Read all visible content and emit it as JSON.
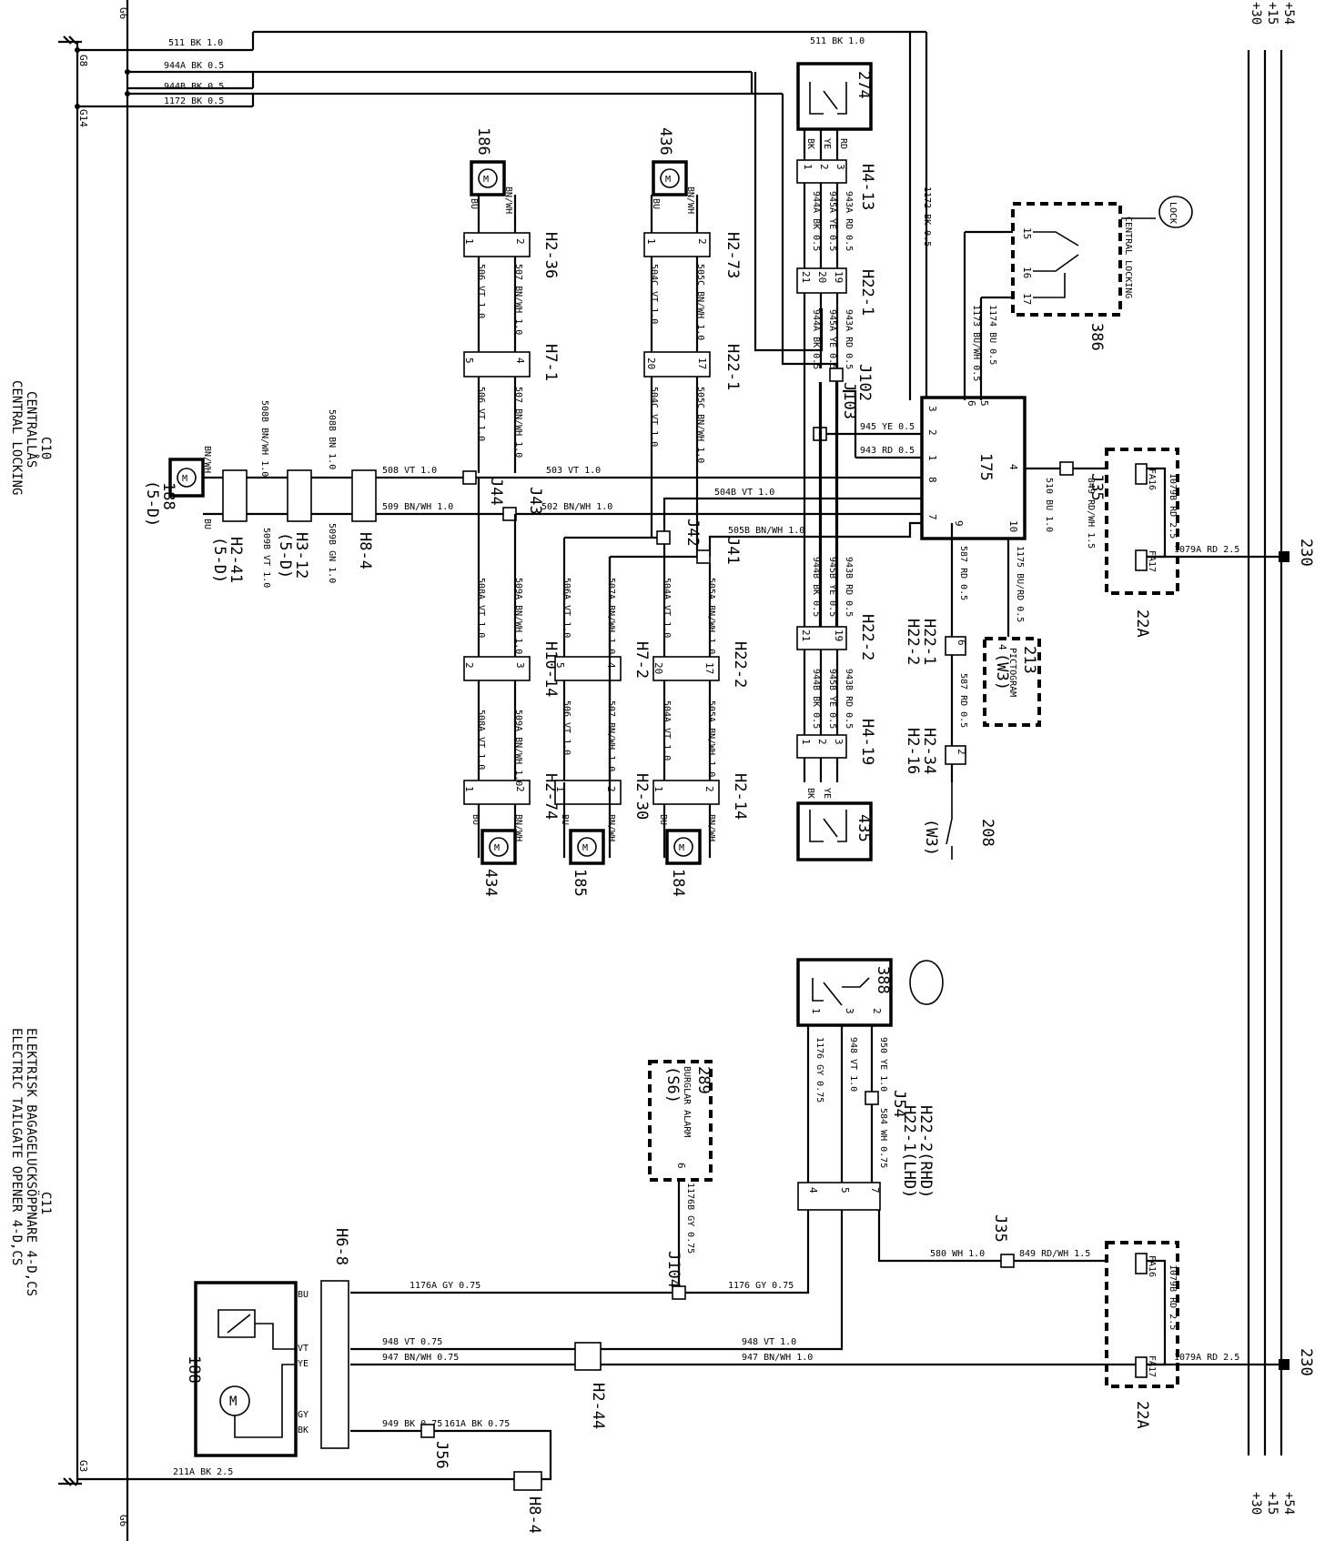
{
  "titles": {
    "c10_code": "C10",
    "c10_se": "CENTRALLÅS",
    "c10_en": "CENTRAL LOCKING",
    "c11_code": "C11",
    "c11_se": "ELEKTRISK BAGAGELUCKSÖPPNARE 4-D,CS",
    "c11_en": "ELECTRIC TAILGATE OPENER 4-D,CS"
  },
  "grounds": {
    "g6": "G6",
    "g8": "G8",
    "g14": "G14",
    "g3": "G3"
  },
  "rails": [
    "+30",
    "+15",
    "+54"
  ],
  "components": {
    "c175": "175",
    "c186": "186",
    "c436": "436",
    "c274": "274",
    "c386": "386",
    "c386_name": "CENTRAL LOCKING",
    "lock": "LOCK",
    "c188": "188",
    "c188_variant": "(5-D)",
    "c434": "434",
    "c185": "185",
    "c184": "184",
    "c435": "435",
    "c213": "213",
    "c213_name": "PICTOGRAM",
    "c213_variant": "(W3)",
    "c208": "208",
    "c208_variant": "(W3)",
    "c22a": "22A",
    "c230": "230",
    "c388": "388",
    "c289": "289",
    "c289_name": "BURGLAR ALARM",
    "c289_variant": "(S6)",
    "c188b": "188",
    "fa16": "FA16",
    "fa17": "FA17"
  },
  "connectors": {
    "h2_36": "H2-36",
    "h7_1": "H7-1",
    "h2_73": "H2-73",
    "h22_1a": "H22-1",
    "h4_13": "H4-13",
    "h22_1b": "H22-1",
    "h22_2a": "H22-2",
    "h4_19": "H4-19",
    "h10_14": "H10-14",
    "h2_74": "H2-74",
    "h7_2": "H7-2",
    "h2_30": "H2-30",
    "h22_2b": "H22-2",
    "h2_14": "H2-14",
    "h8_4a": "H8-4",
    "h3_12": "H3-12",
    "h3_12_var": "(5-D)",
    "h2_41": "H2-41",
    "h2_41_var": "(5-D)",
    "h22_1c": "H22-1",
    "h22_2c": "H22-2",
    "h2_34": "H2-34",
    "h2_16": "H2-16",
    "h6_8": "H6-8",
    "h2_44": "H2-44",
    "h8_4b": "H8-4",
    "h22_2rhd": "H22-2(RHD)",
    "h22_1lhd": "H22-1(LHD)"
  },
  "junctions": {
    "j44": "J44",
    "j43": "J43",
    "j42": "J42",
    "j41": "J41",
    "j102": "J102",
    "j103": "J103",
    "j35": "J35",
    "j54": "J54",
    "j104": "J104",
    "j35b": "J35",
    "j56": "J56"
  },
  "wires": {
    "w511a": "511 BK 1.0",
    "w511b": "511 BK 1.0",
    "w944a": "944A BK 0.5",
    "w944b": "944B BK 0.5",
    "w1172": "1172 BK 0.5",
    "w1172v": "1172 BK 0.5",
    "w503": "503 VT 1.0",
    "w508": "508 VT 1.0",
    "w502": "502 BN/WH 1.0",
    "w509": "509 BN/WH 1.0",
    "w504b": "504B VT 1.0",
    "w505b": "505B BN/WH 1.0",
    "w945": "945 YE 0.5",
    "w943": "943 RD 0.5",
    "w510": "510 BU 1.0",
    "w849": "849 RD/WH 1.5",
    "w1079b": "1079B RD 2.5",
    "w1079a": "1079A RD 2.5",
    "w1173": "1173 BU/WH 0.5",
    "w1174": "1174 BU 0.5",
    "w587": "587 RD 0.5",
    "w1175": "1175 BU/RD 0.5",
    "w507": "507 BN/WH 1.0",
    "w506": "506 VT 1.0",
    "w505c": "505C BN/WH 1.0",
    "w504c": "504C VT 1.0",
    "w508b": "508B BN/WH 1.0",
    "w509b": "509B GN 1.0",
    "w509bvt": "509B VT 1.0",
    "w508bbn": "508B BN 1.0",
    "w509a": "509A BN/WH 1.0",
    "w508a": "508A VT 1.0",
    "w507a": "507A BN/WH 1.0",
    "w506a": "506A VT 1.0",
    "w504a": "504A VT 1.0",
    "w505a": "505A BN/WH 1.0",
    "w943a": "943A RD 0.5",
    "w945a": "945A YE 0.5",
    "w943b": "943B RD 0.5",
    "w945b": "945B YE 0.5",
    "w944a_v": "944A BK 0.5",
    "w944b_v": "944B BK 0.5",
    "w950": "950 YE 1.0",
    "w948v": "948 VT 1.0",
    "w1176v": "1176 GY 0.75",
    "w584": "584 WH 0.75",
    "w580": "580 WH 1.0",
    "w849b": "849 RD/WH 1.5",
    "w1079bb": "1079B RD 2.5",
    "w1079ab": "1079A RD 2.5",
    "w1176b": "1176B GY 0.75",
    "w1176": "1176 GY 0.75",
    "w1176a": "1176A GY 0.75",
    "w948": "948 VT 1.0",
    "w948b": "948 VT 0.75",
    "w947": "947 BN/WH 1.0",
    "w947b": "947 BN/WH 0.75",
    "w949": "949 BK 0.75",
    "w161a": "161A BK 0.75",
    "w211a": "211A BK 2.5"
  },
  "colors": {
    "bu": "BU",
    "bnwh": "BN/WH",
    "ye": "YE",
    "rd": "RD",
    "bk": "BK",
    "vt": "VT",
    "gy": "GY"
  },
  "pins": [
    "1",
    "2",
    "3",
    "4",
    "5",
    "6",
    "7",
    "8",
    "9",
    "10",
    "15",
    "16",
    "17",
    "19",
    "20",
    "21"
  ],
  "motor_symbol": "M"
}
